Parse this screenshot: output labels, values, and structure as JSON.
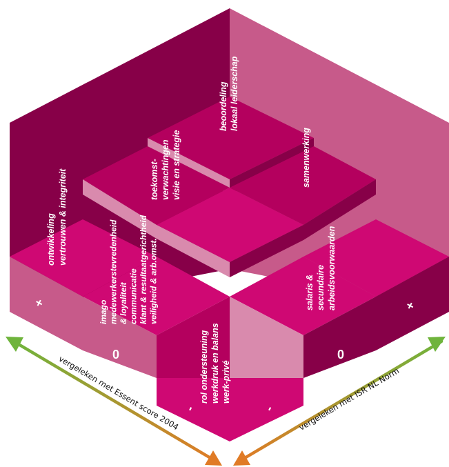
{
  "colors": {
    "dark": "#870048",
    "mid": "#b4005e",
    "bright": "#cf0873",
    "pale": "#d98aad",
    "rose": "#c75a8a",
    "arrow_green": "#6fb43c",
    "arrow_orange": "#e07b26"
  },
  "cube_labels": {
    "ontwikkeling": [
      "ontwikkeling",
      "vertrouwen & integriteit"
    ],
    "imago": [
      "imago",
      "medewerkerstevredenheid",
      "& loyaliteit",
      "communicatie",
      "klant & resultaatgerichtheid",
      "veiligheid & arb.omst."
    ],
    "toekomst": [
      "toekomst-",
      "verwachtingen",
      "visie en strategie"
    ],
    "beoordeling": [
      "beoordeling",
      "lokaal leiderschap"
    ],
    "samenwerking": [
      "samenwerking"
    ],
    "salaris": [
      "salaris &",
      "secundaire",
      "arbeidsvoorwaarden"
    ],
    "rol": [
      "rol ondersteuning",
      "werkdruk en balans",
      "werk-privé"
    ]
  },
  "scores": {
    "left_plus": "+",
    "left_zero": "0",
    "left_minus": "-",
    "right_minus": "-",
    "right_zero": "0",
    "right_plus": "+"
  },
  "axes": {
    "left": "vergeleken met Essent score 2004",
    "right": "vergeleken met ISR NL Norm"
  }
}
